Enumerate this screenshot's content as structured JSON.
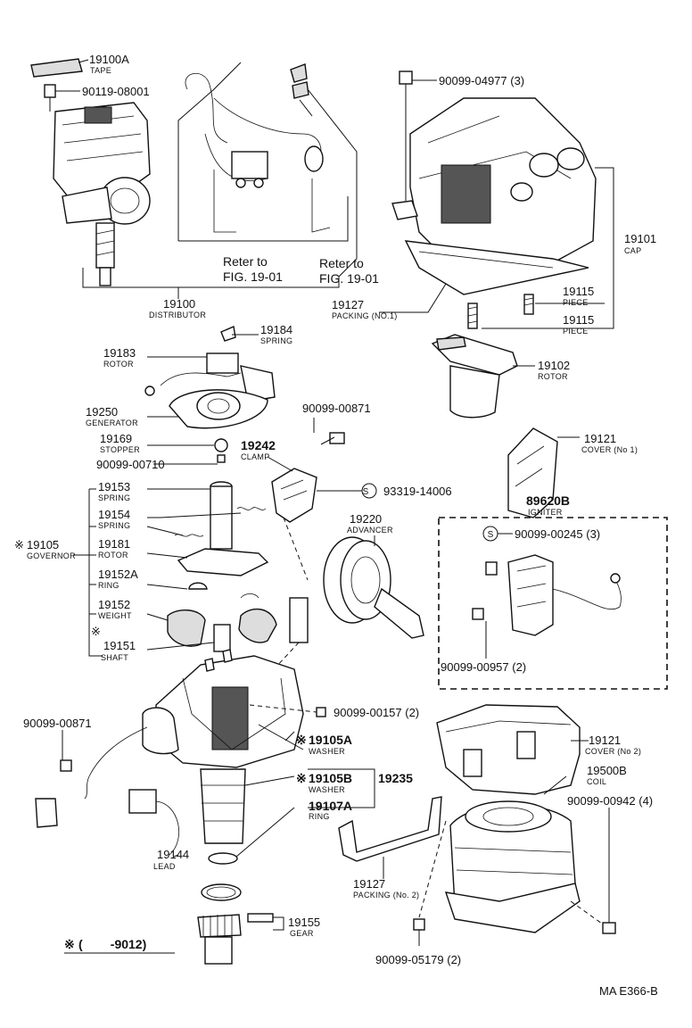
{
  "labels": {
    "tape": {
      "num": "19100A",
      "name": "TAPE"
    },
    "bolt_top_left": {
      "num": "90119-08001"
    },
    "bolt_top_right": {
      "num": "90099-04977 (3)"
    },
    "ref_left": {
      "line1": "Reter to",
      "line2": "FIG. 19-01"
    },
    "ref_right": {
      "line1": "Reter to",
      "line2": "FIG. 19-01"
    },
    "distributor": {
      "num": "19100",
      "name": "DISTRIBUTOR"
    },
    "packing_no1": {
      "num": "19127",
      "name": "PACKING (NO.1)"
    },
    "cap": {
      "num": "19101",
      "name": "CAP"
    },
    "piece_a": {
      "num": "19115",
      "name": "PIECE"
    },
    "piece_b": {
      "num": "19115",
      "name": "PIECE"
    },
    "spring_19184": {
      "num": "19184",
      "name": "SPRING"
    },
    "rotor_19183": {
      "num": "19183",
      "name": "ROTOR"
    },
    "rotor_19102": {
      "num": "19102",
      "name": "ROTOR"
    },
    "generator": {
      "num": "19250",
      "name": "GENERATOR"
    },
    "bolt_00871_top": {
      "num": "90099-00871"
    },
    "stopper": {
      "num": "19169",
      "name": "STOPPER"
    },
    "clamp": {
      "num": "19242",
      "name": "CLAMP"
    },
    "screw_00710": {
      "num": "90099-00710"
    },
    "cover_no1": {
      "num": "19121",
      "name": "COVER (No 1)"
    },
    "spring_19153": {
      "num": "19153",
      "name": "SPRING"
    },
    "screw_14006": {
      "num": "93319-14006"
    },
    "igniter": {
      "num": "89620B",
      "name": "IGNITER"
    },
    "spring_19154": {
      "num": "19154",
      "name": "SPRING"
    },
    "advancer": {
      "num": "19220",
      "name": "ADVANCER"
    },
    "governor": {
      "num": "19105",
      "name": "GOVERNOR"
    },
    "screw_00245": {
      "num": "90099-00245 (3)"
    },
    "rotor_19181": {
      "num": "19181",
      "name": "ROTOR"
    },
    "ring_19152a": {
      "num": "19152A",
      "name": "RING"
    },
    "weight": {
      "num": "19152",
      "name": "WEIGHT"
    },
    "shaft": {
      "num": "19151",
      "name": "SHAFT"
    },
    "screw_00957": {
      "num": "90099-00957 (2)"
    },
    "screw_00157": {
      "num": "90099-00157 (2)"
    },
    "bolt_00871_left": {
      "num": "90099-00871"
    },
    "washer_19105a": {
      "num": "19105A",
      "name": "WASHER"
    },
    "cover_no2": {
      "num": "19121",
      "name": "COVER (No 2)"
    },
    "washer_19105b": {
      "num": "19105B",
      "name": "WASHER"
    },
    "group_19235": {
      "num": "19235"
    },
    "coil": {
      "num": "19500B",
      "name": "COIL"
    },
    "ring_19107a": {
      "num": "19107A",
      "name": "RING"
    },
    "screw_00942": {
      "num": "90099-00942 (4)"
    },
    "lead": {
      "num": "19144",
      "name": "LEAD"
    },
    "packing_no2": {
      "num": "19127",
      "name": "PACKING (No. 2)"
    },
    "gear": {
      "num": "19155",
      "name": "GEAR"
    },
    "nut_05179": {
      "num": "90099-05179 (2)"
    }
  },
  "footnote": {
    "mark": "※",
    "text": "(        -9012)"
  },
  "figure_code": "MA E366-B",
  "star_mark": "※"
}
